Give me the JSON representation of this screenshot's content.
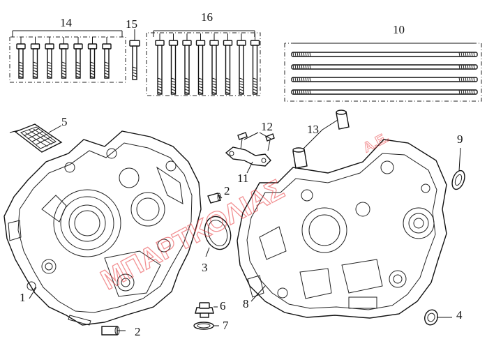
{
  "watermark": {
    "text": "ΜΠΑΡΤΚΟΛΙΑΣ",
    "suffix": "A.E.",
    "color": "#e8363a"
  },
  "callouts": [
    {
      "id": "c1",
      "label": "1"
    },
    {
      "id": "c2a",
      "label": "2"
    },
    {
      "id": "c2b",
      "label": "2"
    },
    {
      "id": "c3",
      "label": "3"
    },
    {
      "id": "c4",
      "label": "4"
    },
    {
      "id": "c5",
      "label": "5"
    },
    {
      "id": "c6",
      "label": "6"
    },
    {
      "id": "c7",
      "label": "7"
    },
    {
      "id": "c8",
      "label": "8"
    },
    {
      "id": "c9",
      "label": "9"
    },
    {
      "id": "c10",
      "label": "10"
    },
    {
      "id": "c11",
      "label": "11"
    },
    {
      "id": "c12",
      "label": "12"
    },
    {
      "id": "c13",
      "label": "13"
    },
    {
      "id": "c14",
      "label": "14"
    },
    {
      "id": "c15",
      "label": "15"
    },
    {
      "id": "c16",
      "label": "16"
    }
  ],
  "groups": {
    "bolts_14": {
      "count": 7
    },
    "bolts_16": {
      "count": 8
    },
    "studs_11": {
      "count": 4
    }
  }
}
